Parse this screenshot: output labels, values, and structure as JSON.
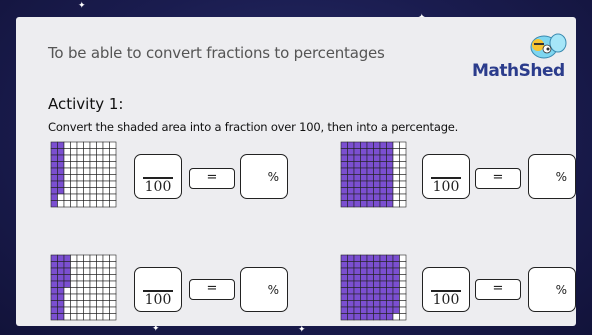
{
  "header": {
    "objective": "To be able to convert fractions to percentages",
    "logo_text": "MathShed"
  },
  "activity": {
    "title": "Activity 1:",
    "instruction": "Convert the shaded area into a fraction over 100, then into a percentage."
  },
  "colors": {
    "shade": "#7b4fd1",
    "grid_line": "#222222",
    "background": "#1a1c4f",
    "card": "#ededf0"
  },
  "problems": [
    {
      "shaded": 18,
      "denominator": "100",
      "equals": "=",
      "percent_sign": "%"
    },
    {
      "shaded": 80,
      "denominator": "100",
      "equals": "=",
      "percent_sign": "%"
    },
    {
      "shaded": 25,
      "denominator": "100",
      "equals": "=",
      "percent_sign": "%"
    },
    {
      "shaded": 89,
      "denominator": "100",
      "equals": "=",
      "percent_sign": "%"
    }
  ]
}
